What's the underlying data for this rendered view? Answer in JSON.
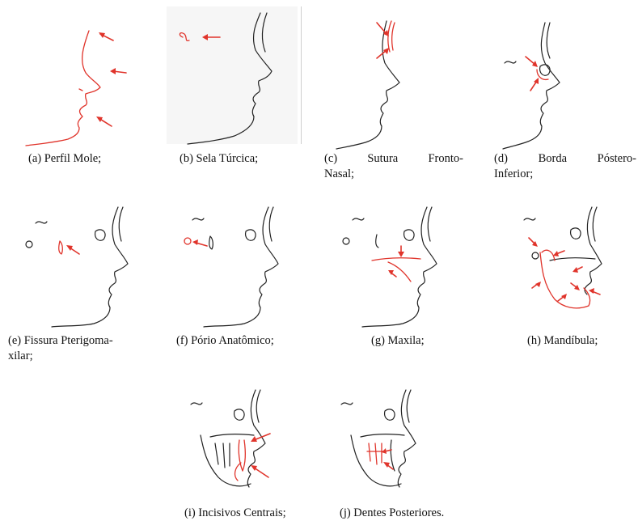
{
  "figure": {
    "panels": [
      {
        "id": "a",
        "caption": "(a) Perfil Mole;"
      },
      {
        "id": "b",
        "caption": "(b) Sela Túrcica;"
      },
      {
        "id": "c",
        "caption_line1": "(c)   Sutura   Fronto-",
        "caption_line2": "Nasal;"
      },
      {
        "id": "d",
        "caption_line1": "(d)     Borda     Póstero-",
        "caption_line2": "Inferior;"
      },
      {
        "id": "e",
        "caption_line1": "(e) Fissura Pterigoma-",
        "caption_line2": "xilar;"
      },
      {
        "id": "f",
        "caption": "(f) Pório Anatômico;"
      },
      {
        "id": "g",
        "caption": "(g) Maxila;"
      },
      {
        "id": "h",
        "caption": "(h) Mandíbula;"
      },
      {
        "id": "i",
        "caption": "(i) Incisivos Centrais;"
      },
      {
        "id": "j",
        "caption": "(j) Dentes Posteriores."
      }
    ],
    "colors": {
      "line": "#222222",
      "highlight": "#e0342b"
    }
  }
}
